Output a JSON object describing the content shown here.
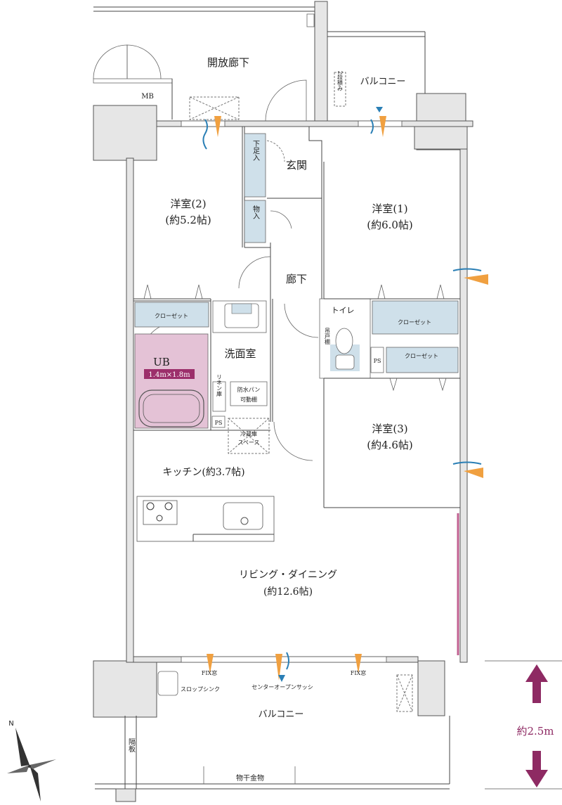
{
  "rooms": {
    "corridor_open": "開放廊下",
    "balcony_top": "バルコニー",
    "mb": "MB",
    "two_step": "2段積み",
    "entrance": "玄関",
    "shoe_box": "下足入",
    "storage": "物入",
    "western2_name": "洋室(2)",
    "western2_size": "(約5.2帖)",
    "western1_name": "洋室(1)",
    "western1_size": "(約6.0帖)",
    "hallway": "廊下",
    "closet_a": "クローゼット",
    "closet_b": "クローゼット",
    "closet_c": "クローゼット",
    "toilet": "トイレ",
    "hanging_shelf": "吊戸棚",
    "ps_right": "PS",
    "ub": "UB",
    "ub_size": "1.4m×1.8m",
    "washroom": "洗面室",
    "linen": "リネン庫",
    "waterproof_pan": "防水パン",
    "movable_shelf": "可動棚",
    "ps_left": "PS",
    "fridge": "冷蔵庫",
    "fridge_space": "スペース",
    "western3_name": "洋室(3)",
    "western3_size": "(約4.6帖)",
    "kitchen": "キッチン(約3.7帖)",
    "living_name": "リビング・ダイニング",
    "living_size": "(約12.6帖)",
    "fix_window_left": "FIX窓",
    "fix_window_right": "FIX窓",
    "center_sash": "センターオープンサッシ",
    "slop_sink": "スロップシンク",
    "balcony_bottom": "バルコニー",
    "partition": "隔板",
    "drying_hanger": "物干金物",
    "depth_label": "約2.5m",
    "north": "N"
  },
  "colors": {
    "closet_fill": "#cfe0ea",
    "bath_fill": "#e4c2d6",
    "bath_label_bg": "#9c2f6b",
    "arrow": "#8e2a63",
    "air_orange": "#f0a040",
    "air_blue": "#2a7fb5"
  },
  "icons": {
    "compass": "compass-icon",
    "airflow": "airflow-icon",
    "stove": "stove-icon",
    "sink": "sink-icon",
    "toilet": "toilet-icon",
    "bathtub": "bathtub-icon"
  }
}
